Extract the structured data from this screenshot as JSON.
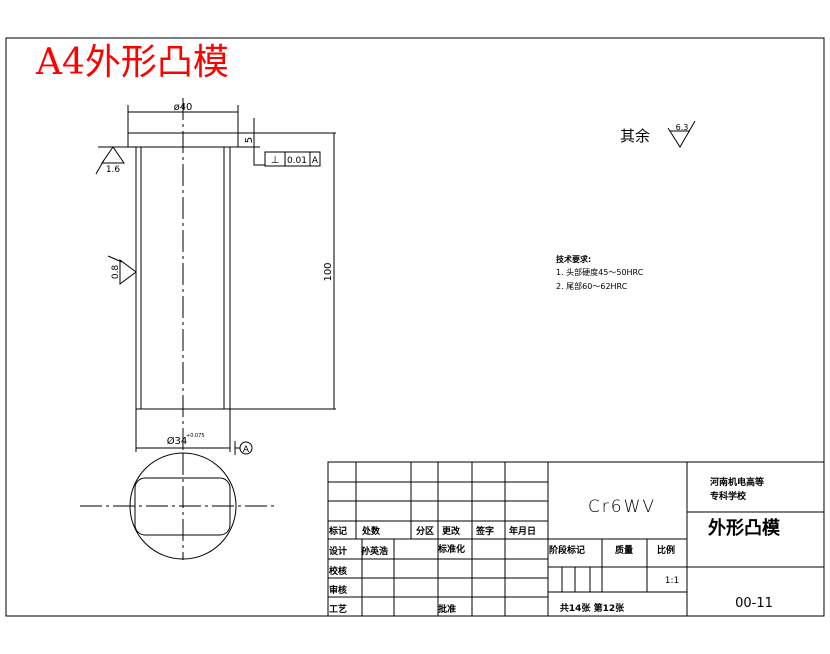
{
  "title": "A4外形凸模",
  "title_color": "#ff0000",
  "dimensions": {
    "top_dia": "ø40",
    "flange_h": "5",
    "length": "100",
    "body_dia": "Ø34",
    "body_tol": "+0.075",
    "datum": "A"
  },
  "tolerance_frame": {
    "symbol": "⊥",
    "value": "0.01",
    "datum": "A"
  },
  "roughness": {
    "flange": "1.6",
    "body": "0.8",
    "other_label": "其余",
    "other": "6.3"
  },
  "notes": {
    "heading": "技术要求:",
    "items": [
      "1. 头部硬度45～50HRC",
      "2. 尾部60～62HRC"
    ]
  },
  "title_block": {
    "material": "Cr6WV",
    "school": [
      "河南机电高等",
      "专科学校"
    ],
    "part_name": "外形凸模",
    "drawing_no": "00-11",
    "header_row": [
      "标记",
      "处数",
      "分区",
      "更改",
      "签字",
      "年月日"
    ],
    "design": "设计",
    "designer": "孙英浩",
    "standard": "标准化",
    "check": "校核",
    "review": "审核",
    "process": "工艺",
    "approve": "批准",
    "stage": "阶段标记",
    "mass": "质量",
    "scale_label": "比例",
    "scale": "1:1",
    "sheets": "共14张 第12张"
  }
}
